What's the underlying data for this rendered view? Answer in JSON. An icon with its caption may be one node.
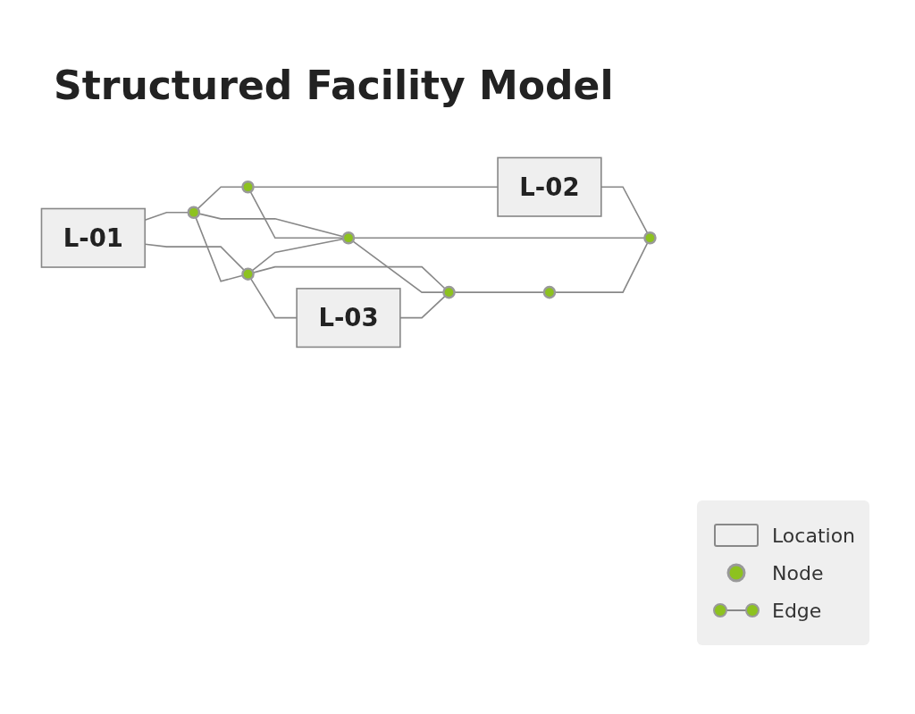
{
  "diagram": {
    "title": "Structured Facility Model",
    "nodes": [
      {
        "text": [
          "L-01"
        ]
      },
      {
        "text": [],
        "shape": "circle"
      },
      {
        "text": [],
        "shape": "circle"
      },
      {
        "text": [
          "L-02"
        ]
      },
      {
        "text": [],
        "shape": "circle"
      },
      {
        "text": [],
        "shape": "circle"
      },
      {
        "text": [],
        "shape": "circle"
      },
      {
        "text": [
          "L-03"
        ]
      },
      {
        "text": [],
        "shape": "circle"
      },
      {
        "text": [],
        "shape": "circle"
      }
    ],
    "edges": [
      {
        "from": 0,
        "to": 1,
        "arrow": "none"
      },
      {
        "from": 1,
        "to": 2,
        "arrow": "none"
      },
      {
        "from": 2,
        "to": 3,
        "arrow": "none"
      },
      {
        "from": 0,
        "to": 4,
        "arrow": "none"
      },
      {
        "from": 1,
        "to": 4,
        "arrow": "none"
      },
      {
        "from": 1,
        "to": 5,
        "arrow": "none"
      },
      {
        "from": 2,
        "to": 5,
        "arrow": "none"
      },
      {
        "from": 3,
        "to": 6,
        "arrow": "none"
      },
      {
        "from": 4,
        "to": 5,
        "arrow": "none"
      },
      {
        "from": 5,
        "to": 6,
        "arrow": "none"
      },
      {
        "from": 4,
        "to": 7,
        "arrow": "none"
      },
      {
        "from": 4,
        "to": 8,
        "arrow": "none"
      },
      {
        "from": 5,
        "to": 8,
        "arrow": "none"
      },
      {
        "from": 7,
        "to": 8,
        "arrow": "none"
      },
      {
        "from": 8,
        "to": 9,
        "arrow": "none"
      },
      {
        "from": 9,
        "to": 6,
        "arrow": "none"
      }
    ],
    "legend": [
      {
        "text": "Location"
      },
      {
        "text": "Node"
      },
      {
        "text": "Edge"
      }
    ]
  }
}
